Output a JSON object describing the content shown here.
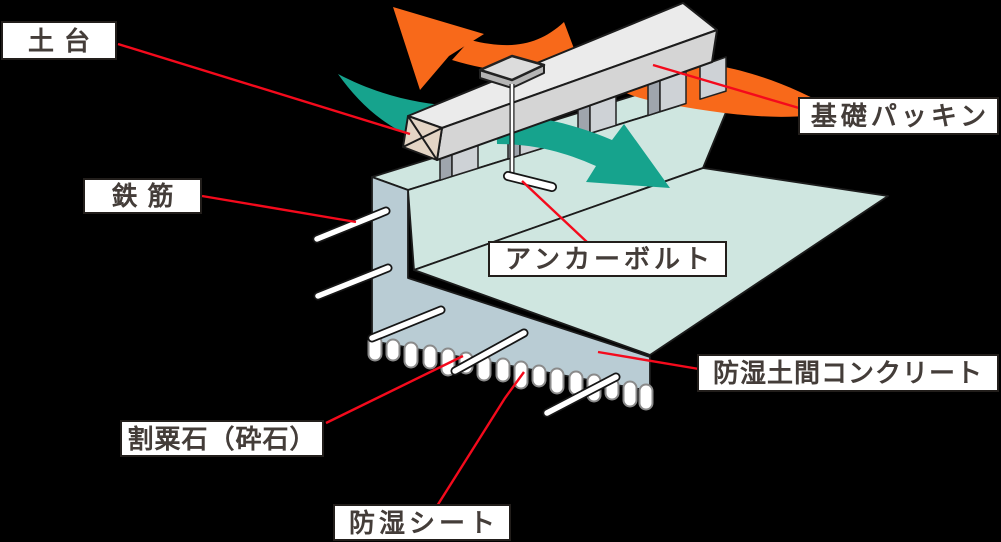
{
  "diagram": {
    "type": "foundation-cross-section-illustration",
    "labels": [
      {
        "id": "dodai",
        "text": "土台"
      },
      {
        "id": "tekkin",
        "text": "鉄筋"
      },
      {
        "id": "kiso-packing",
        "text": "基礎パッキン"
      },
      {
        "id": "anchor-bolt",
        "text": "アンカーボルト"
      },
      {
        "id": "boshitsu-doma",
        "text": "防湿土間コンクリート"
      },
      {
        "id": "wariguri-ishi",
        "text": "割粟石（砕石）"
      },
      {
        "id": "boshitsu-sheet",
        "text": "防湿シート"
      }
    ],
    "parts": [
      "sill-beam",
      "foundation-packing-blocks",
      "anchor-bolt",
      "rebar-rods",
      "stem-wall",
      "moisture-proof-slab-concrete",
      "crushed-stone-bed",
      "moisture-proof-sheet",
      "airflow-arrows"
    ],
    "colors": {
      "background": "#000000",
      "leader_line": "#f40a1c",
      "label_border": "#221e1b",
      "label_text": "#443d39",
      "beam_top": "#ebebeb",
      "beam_front": "#d5d5d5",
      "beam_cut_face": "#e4d5c5",
      "concrete_cut_face": "#b9ccd4",
      "concrete_surface": "#cfe6e0",
      "packing_block": "#ced2d6",
      "arrow_orange": "#f8691a",
      "arrow_teal": "#16a38d",
      "stone_outline": "#8a8a8a"
    }
  }
}
